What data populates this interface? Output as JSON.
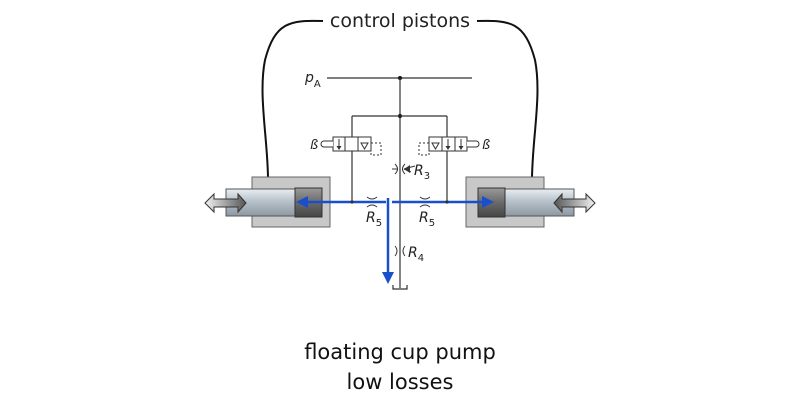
{
  "diagram": {
    "title_label": "control pistons",
    "supply_label": "p",
    "supply_sub": "A",
    "restrictors": {
      "r3": {
        "main": "R",
        "sub": "3"
      },
      "r4": {
        "main": "R",
        "sub": "4"
      },
      "r5_left": {
        "main": "R",
        "sub": "5"
      },
      "r5_right": {
        "main": "R",
        "sub": "5"
      }
    },
    "valve_signal_left": "ß",
    "valve_signal_right": "ß",
    "colors": {
      "flow": "#1a4fcc",
      "feed_top": "#c0182a",
      "line": "#333333",
      "housing": "#c8c8c8"
    }
  },
  "caption": {
    "line1": "floating cup pump",
    "line2": "low losses"
  }
}
